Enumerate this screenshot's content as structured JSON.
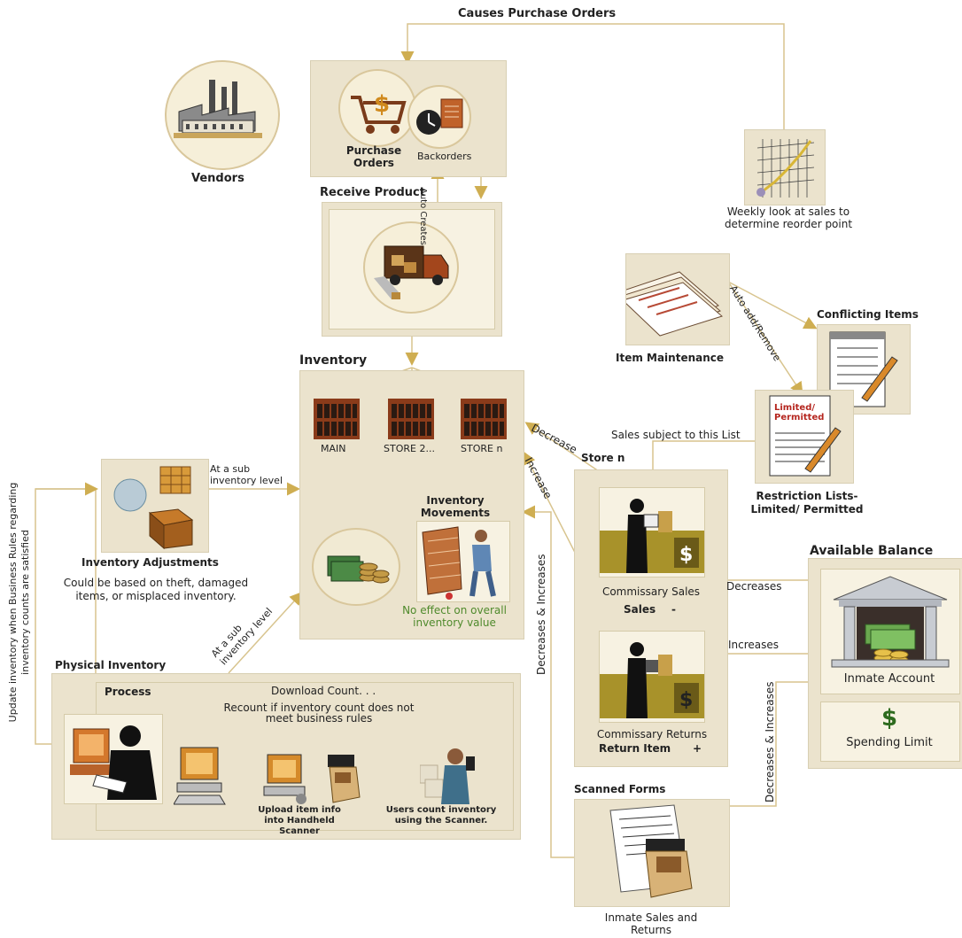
{
  "labels": {
    "causes_purchase_orders": "Causes Purchase Orders",
    "vendors": "Vendors",
    "purchase_orders": "Purchase Orders",
    "backorders": "Backorders",
    "receive_product": "Receive Product",
    "auto_creates": "Auto Creates",
    "weekly_look": "Weekly look at sales to determine reorder point",
    "item_maintenance": "Item Maintenance",
    "auto_add_remove": "Auto add/Remove",
    "conflicting_items": "Conflicting Items",
    "limited_permitted_sign": "Limited/ Permitted",
    "restriction_lists": "Restriction Lists- Limited/ Permitted",
    "sales_subject": "Sales subject to this List",
    "inventory": "Inventory",
    "store_main": "MAIN",
    "store_2": "STORE 2...",
    "store_n": "STORE n",
    "inventory_movements": "Inventory Movements",
    "no_effect": "No effect on overall inventory value",
    "decrease": "Decrease",
    "increase": "Increase",
    "store_n_title": "Store n",
    "at_sub_level_1": "At a sub inventory level",
    "inventory_adjustments": "Inventory Adjustments",
    "adjustments_desc": "Could be based on theft, damaged items, or misplaced inventory.",
    "update_inventory_rule": "Update inventory when Business Rules regarding inventory counts are satisfied",
    "at_sub_level_2": "At a sub inventory level",
    "physical_inventory": "Physical Inventory",
    "process": "Process",
    "download_count": "Download Count. . .",
    "recount": "Recount if inventory count does not meet business rules",
    "upload_info": "Upload item info into Handheld Scanner",
    "users_count": "Users count inventory using the Scanner.",
    "decreases_increases_1": "Decreases & Increases",
    "commissary_sales": "Commissary Sales",
    "sales": "Sales",
    "sales_sign": "-",
    "commissary_returns": "Commissary Returns",
    "return_item": "Return Item",
    "return_sign": "+",
    "decreases": "Decreases",
    "increases": "Increases",
    "available_balance": "Available Balance",
    "inmate_account": "Inmate Account",
    "dollar_sign": "$",
    "spending_limit": "Spending Limit",
    "decreases_increases_2": "Decreases & Increases",
    "scanned_forms": "Scanned Forms",
    "inmate_sales_returns": "Inmate Sales and Returns"
  },
  "colors": {
    "panel": "#ebe3cd",
    "line": "#d8c48e",
    "arrow": "#cfae52",
    "green_text": "#4f8a2c"
  }
}
